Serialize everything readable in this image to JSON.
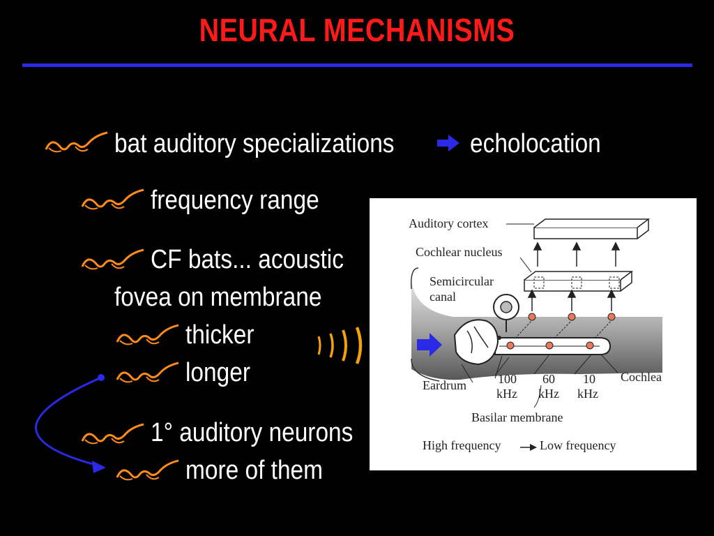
{
  "slide": {
    "title": "NEURAL MECHANISMS",
    "colors": {
      "title": "#ff1a1a",
      "rule": "#2a2ae6",
      "bullet_icon": "#ff8c1a",
      "arrow": "#2a2ae6",
      "sound_waves": "#f5a20a"
    },
    "bullets": {
      "b1_left": "bat auditory specializations",
      "b1_right": "echolocation",
      "b2": "frequency range",
      "b3_line1": "CF bats... acoustic",
      "b3_line2": "fovea on membrane",
      "b4": "thicker",
      "b5": "longer",
      "b6": "1° auditory neurons",
      "b7": "more of them"
    },
    "icons": {
      "bullet": "eyeglasses-icon",
      "arrow": "arrow-right-icon",
      "waves": "sound-wave-icon"
    }
  },
  "figure": {
    "labels": {
      "auditory_cortex": "Auditory cortex",
      "cochlear_nucleus": "Cochlear nucleus",
      "semicircular_1": "Semicircular",
      "semicircular_2": "canal",
      "eardrum": "Eardrum",
      "f100": "100",
      "f60": "60",
      "f10": "10",
      "khz1": "kHz",
      "khz2": "kHz",
      "khz3": "kHz",
      "cochlea": "Cochlea",
      "basilar": "Basilar membrane",
      "high": "High frequency",
      "low": "Low frequency"
    }
  }
}
